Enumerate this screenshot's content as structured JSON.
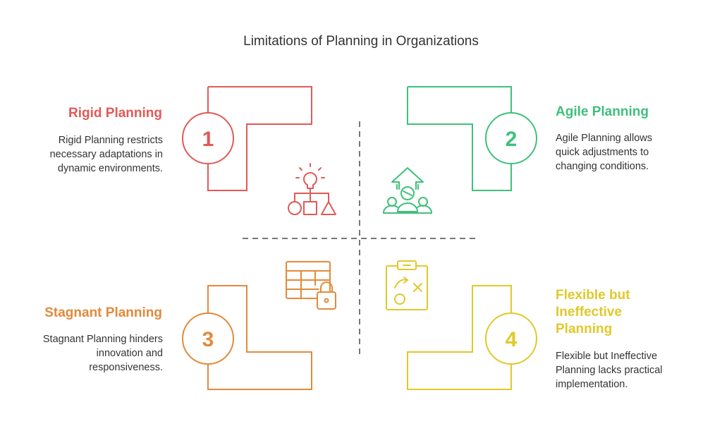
{
  "title": "Limitations of Planning in Organizations",
  "quadrants": [
    {
      "number": "1",
      "title": "Rigid Planning",
      "description": "Rigid Planning restricts necessary adaptations in dynamic environments.",
      "color": "#e05a57",
      "icon": "hierarchy-shapes-icon"
    },
    {
      "number": "2",
      "title": "Agile Planning",
      "description": "Agile Planning allows quick adjustments to changing conditions.",
      "color": "#3fc07b",
      "icon": "team-growth-icon"
    },
    {
      "number": "3",
      "title": "Stagnant Planning",
      "description": "Stagnant Planning hinders innovation and responsiveness.",
      "color": "#e28a3b",
      "icon": "locked-table-icon"
    },
    {
      "number": "4",
      "title": "Flexible but Ineffective Planning",
      "description": "Flexible but Ineffective Planning lacks practical implementation.",
      "color": "#e0c92a",
      "icon": "strategy-clipboard-icon"
    }
  ],
  "divider_color": "#777777"
}
